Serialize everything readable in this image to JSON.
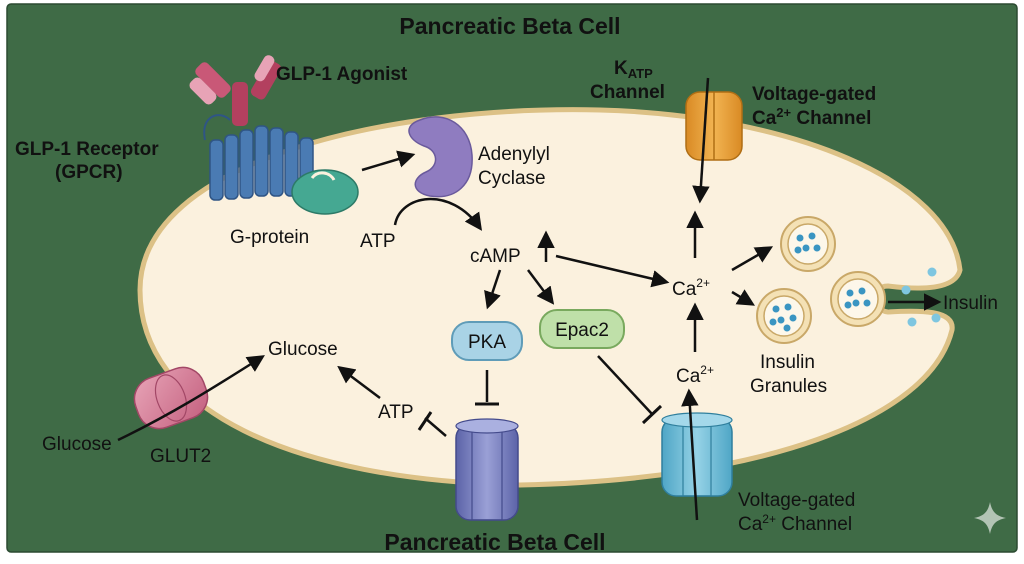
{
  "title_top": "Pancreatic Beta Cell",
  "title_bottom": "Pancreatic Beta Cell",
  "labels": {
    "glp1_agonist": "GLP-1 Agonist",
    "glp1_receptor_line1": "GLP-1 Receptor",
    "glp1_receptor_line2": "(GPCR)",
    "g_protein": "G-protein",
    "adenylyl_line1": "Adenylyl",
    "adenylyl_line2": "Cyclase",
    "atp_top": "ATP",
    "camp": "cAMP",
    "katp_k": "K",
    "katp_sub": "ATP",
    "katp_channel": "Channel",
    "vgcc_top_line1": "Voltage-gated",
    "vgcc_top_ca": "Ca",
    "vgcc_top_sup": "2+",
    "vgcc_top_channel": " Channel",
    "ca_mid": "Ca",
    "ca_mid_sup": "2+",
    "ca_low": "Ca",
    "ca_low_sup": "2+",
    "pka": "PKA",
    "epac2": "Epac2",
    "glucose_inside": "Glucose",
    "atp_left": "ATP",
    "glucose_outside": "Glucose",
    "glut2": "GLUT2",
    "insulin_granules_line1": "Insulin",
    "insulin_granules_line2": "Granules",
    "insulin": "Insulin",
    "vgcc_bottom_line1": "Voltage-gated",
    "vgcc_bottom_ca": "Ca",
    "vgcc_bottom_sup": "2+",
    "vgcc_bottom_channel": " Channel"
  },
  "colors": {
    "background": "#3f6b46",
    "cell_fill": "#fbf1de",
    "cell_border": "#dcc186",
    "receptor": "#4a7bb3",
    "agonist": "#b3405f",
    "g_protein": "#45a892",
    "adenylyl": "#8f7cc0",
    "katp": "#e8a13b",
    "pka_fill": "#a9d3e6",
    "epac2_fill": "#bfe0a9",
    "glut2": "#d6809a",
    "channel_blue": "#7fc2d9",
    "channel_purple": "#7f86c4"
  },
  "icons": [
    "sparkle-icon"
  ]
}
